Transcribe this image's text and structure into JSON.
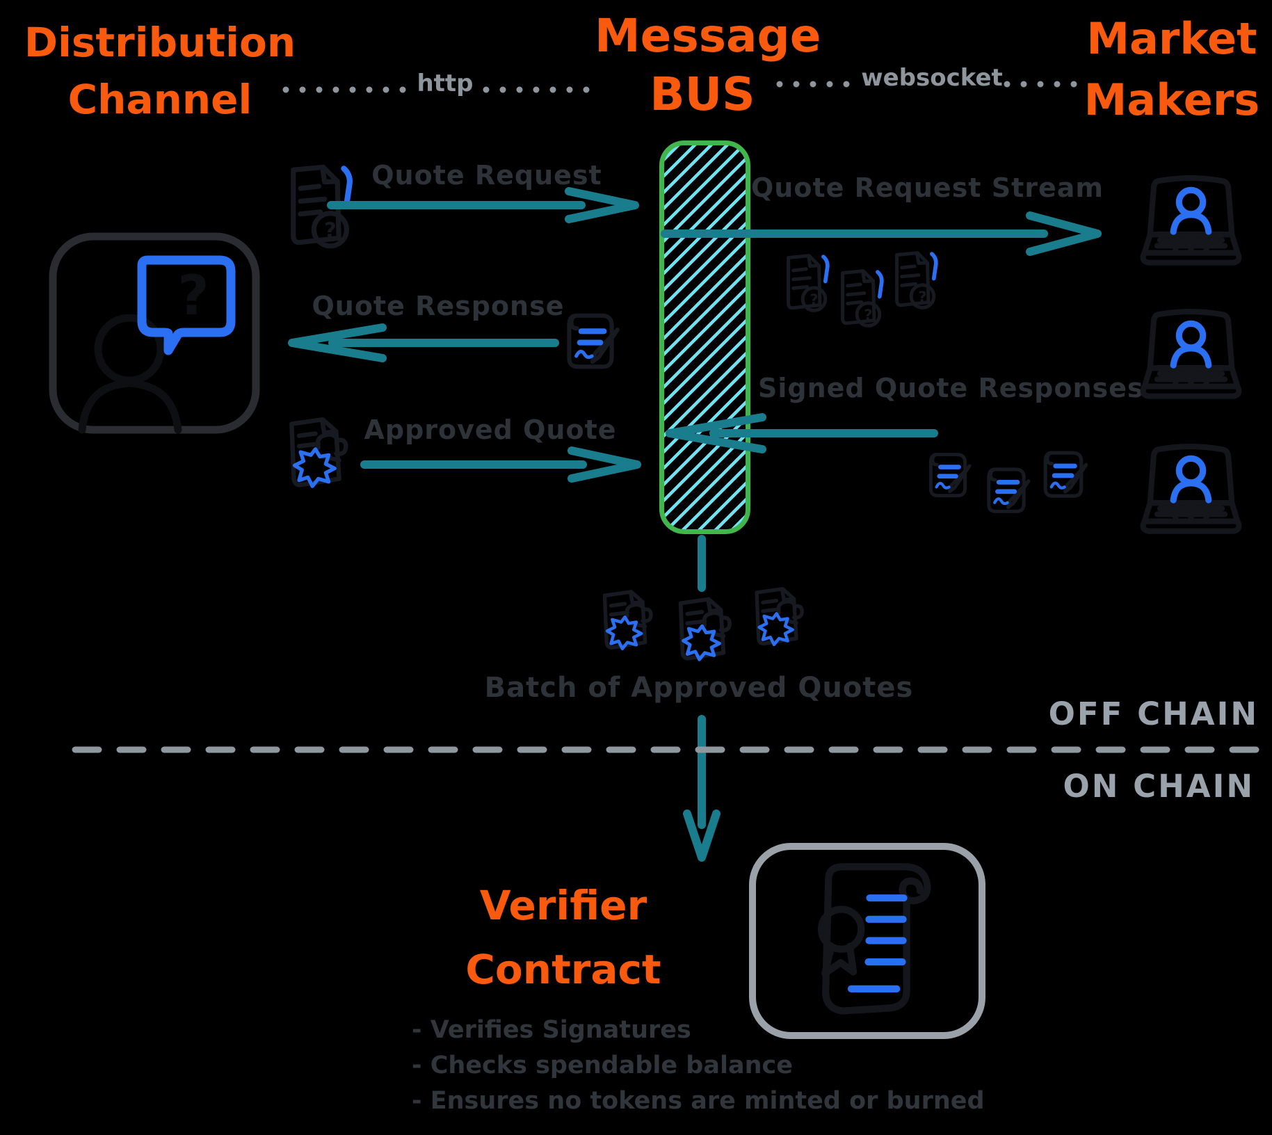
{
  "diagram": {
    "background": "#000000",
    "titles": {
      "distribution_channel": {
        "line1": "Distribution",
        "line2": "Channel"
      },
      "message_bus": {
        "line1": "Message",
        "line2": "BUS"
      },
      "market_makers": {
        "line1": "Market",
        "line2": "Makers"
      },
      "verifier_contract": {
        "line1": "Verifier",
        "line2": "Contract"
      }
    },
    "protocols": {
      "http": "http",
      "websocket": "websocket"
    },
    "flow_labels": {
      "quote_request": "Quote Request",
      "quote_response": "Quote Response",
      "approved_quote": "Approved Quote",
      "quote_request_stream": "Quote Request Stream",
      "signed_quote_responses": "Signed Quote Responses",
      "batch_of_approved_quotes": "Batch of Approved Quotes"
    },
    "chain_labels": {
      "off_chain": "OFF CHAIN",
      "on_chain": "ON CHAIN"
    },
    "verifier_notes": [
      "- Verifies Signatures",
      "- Checks spendable balance",
      "- Ensures no tokens are minted or burned"
    ],
    "colors": {
      "accent_orange": "#fa5a0e",
      "arrow_teal": "#1a7d8e",
      "bus_green": "#40b64d",
      "bus_hatch_cyan": "#70e3f2",
      "icon_blue": "#2b70f2",
      "label_dark": "#2e333a",
      "protocol_gray": "#8e959c",
      "chain_gray": "#9aa2ab"
    }
  }
}
